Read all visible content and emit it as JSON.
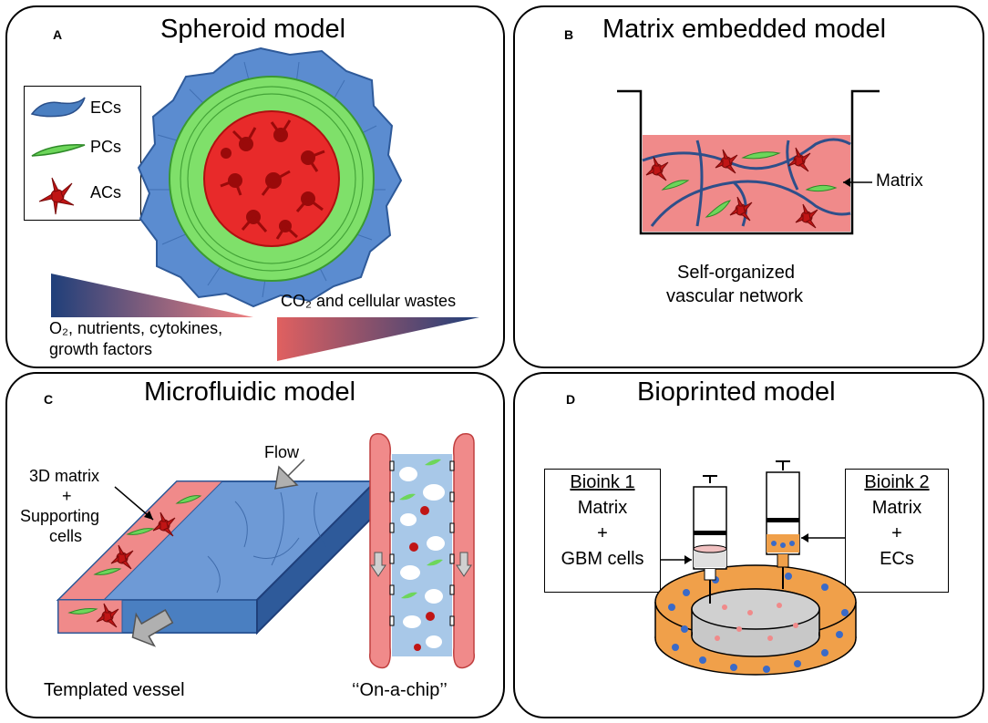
{
  "panels": {
    "a": {
      "label": "A",
      "title": "Spheroid model",
      "legend": [
        {
          "key": "ecs",
          "label": "ECs",
          "color": "#4a7fc1"
        },
        {
          "key": "pcs",
          "label": "PCs",
          "color": "#6dd65a"
        },
        {
          "key": "acs",
          "label": "ACs",
          "color": "#c01515"
        }
      ],
      "gradient1_label_line1": "O₂, nutrients, cytokines,",
      "gradient1_label_line2": "growth factors",
      "gradient2_label": "CO₂ and cellular wastes"
    },
    "b": {
      "label": "B",
      "title": "Matrix embedded  model",
      "matrix_label": "Matrix",
      "caption_line1": "Self-organized",
      "caption_line2": "vascular  network"
    },
    "c": {
      "label": "C",
      "title": "Microfluidic model",
      "flow_label": "Flow",
      "matrix_line1": "3D matrix",
      "matrix_line2": "+",
      "matrix_line3": "Supporting",
      "matrix_line4": "cells",
      "caption_left": "Templated  vessel",
      "caption_right": "‘‘On-a-chip’’"
    },
    "d": {
      "label": "D",
      "title": "Bioprinted model",
      "bioink1": {
        "title": "Bioink 1",
        "line1": "Matrix",
        "line2": "+",
        "line3": "GBM cells"
      },
      "bioink2": {
        "title": "Bioink 2",
        "line1": "Matrix",
        "line2": "+",
        "line3": "ECs"
      }
    }
  },
  "colors": {
    "ec_blue": "#4a7fc1",
    "pc_green": "#6dd65a",
    "ac_red": "#c01515",
    "matrix_pink": "#f08080",
    "dark_blue": "#1f3f7a",
    "orange": "#f0a04a"
  }
}
